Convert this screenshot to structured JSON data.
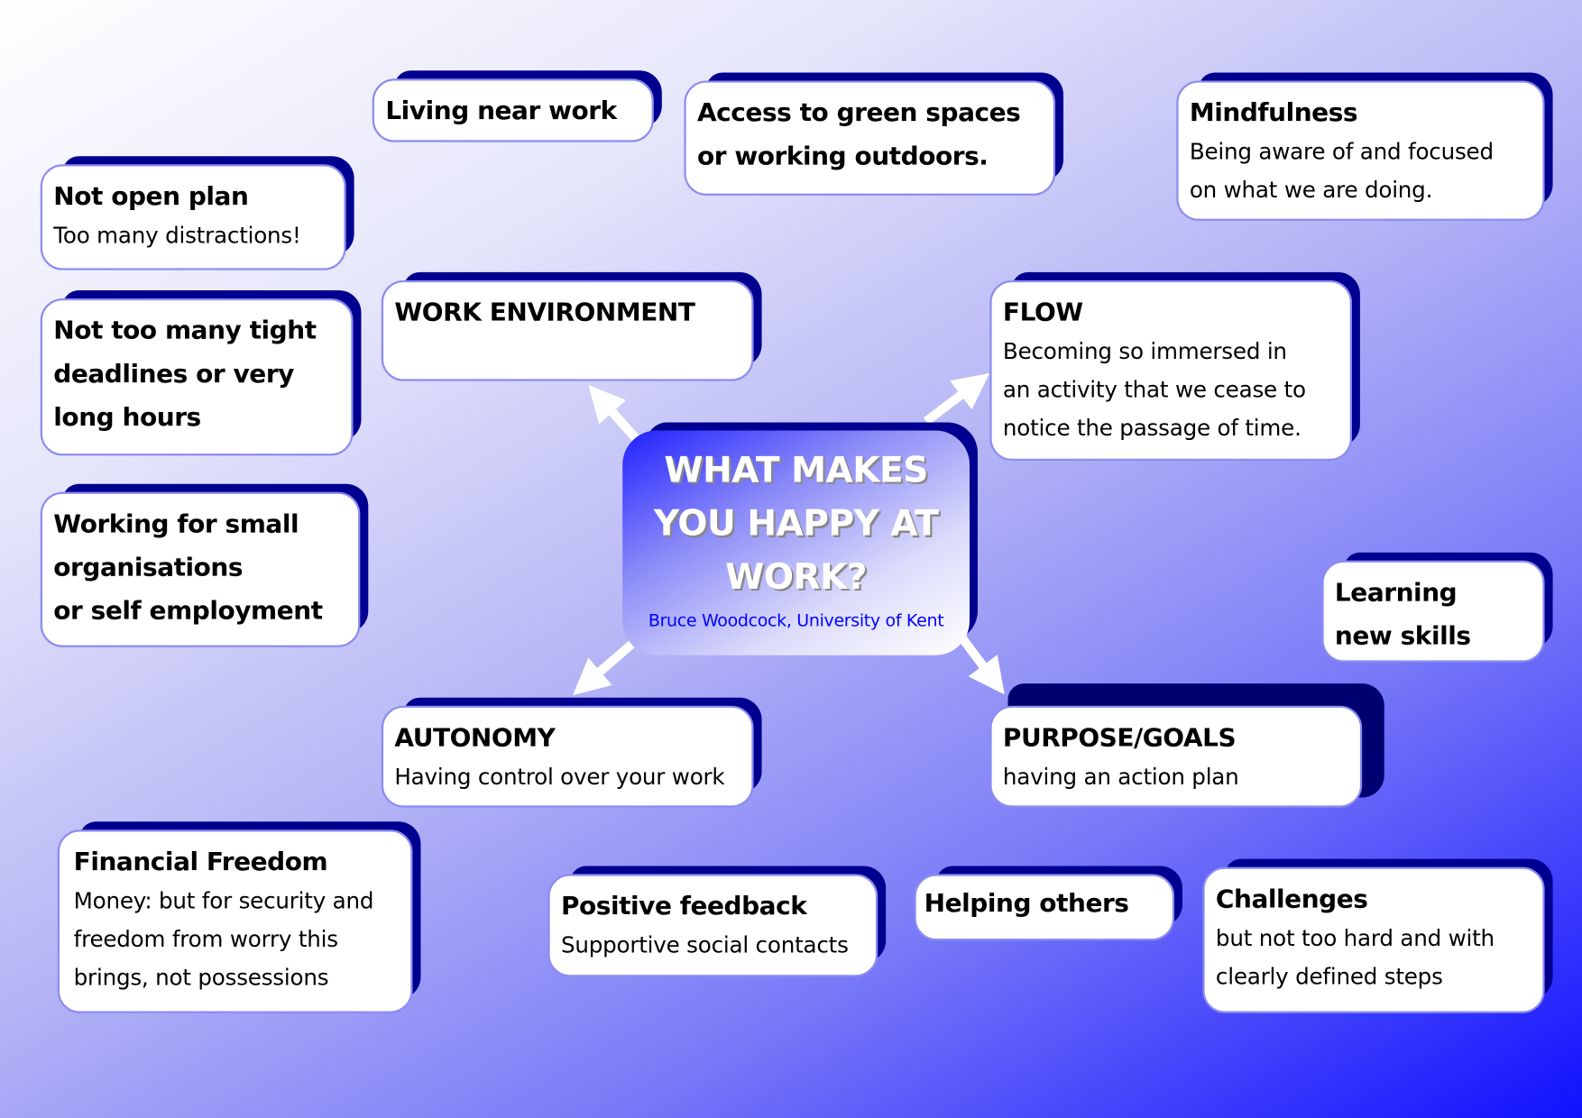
{
  "center": {
    "title_lines": [
      "WHAT MAKES",
      "YOU HAPPY AT",
      "WORK?"
    ],
    "subtitle": "Bruce Woodcock, University of Kent"
  },
  "boxes": {
    "living": {
      "title": "Living near work"
    },
    "green": {
      "title": [
        "Access to green spaces",
        "or working outdoors."
      ]
    },
    "mindfulness": {
      "title": "Mindfulness",
      "desc": [
        "Being aware of and focused",
        "on what we are doing."
      ]
    },
    "openplan": {
      "title": "Not open plan",
      "desc": [
        "Too many distractions!"
      ]
    },
    "workenv": {
      "title": "WORK ENVIRONMENT"
    },
    "flow": {
      "title": "FLOW",
      "desc": [
        "Becoming so immersed in",
        "an activity that we cease to",
        "notice the passage of time."
      ]
    },
    "deadlines": {
      "title": [
        "Not too many tight",
        "deadlines or very",
        "long hours"
      ]
    },
    "small": {
      "title": [
        "Working for small",
        "organisations",
        "or self employment"
      ]
    },
    "learning": {
      "title": [
        "Learning",
        "new skills"
      ]
    },
    "autonomy": {
      "title": "AUTONOMY",
      "desc": [
        "Having control over your work"
      ]
    },
    "purpose": {
      "title": "PURPOSE/GOALS",
      "desc": [
        "having an action plan"
      ]
    },
    "financial": {
      "title": "Financial Freedom",
      "desc": [
        "Money: but for security and",
        "freedom from worry this",
        "brings, not possessions"
      ]
    },
    "feedback": {
      "title": "Positive feedback",
      "desc": [
        "Supportive social contacts"
      ]
    },
    "helping": {
      "title": "Helping others"
    },
    "challenges": {
      "title": "Challenges",
      "desc": [
        "but not too hard and with",
        "clearly defined steps"
      ]
    }
  },
  "colors": {
    "extrusion": "#000090",
    "border": "#8c8cf0",
    "subtitle": "#0000ff",
    "background_end": "#1010ff"
  }
}
